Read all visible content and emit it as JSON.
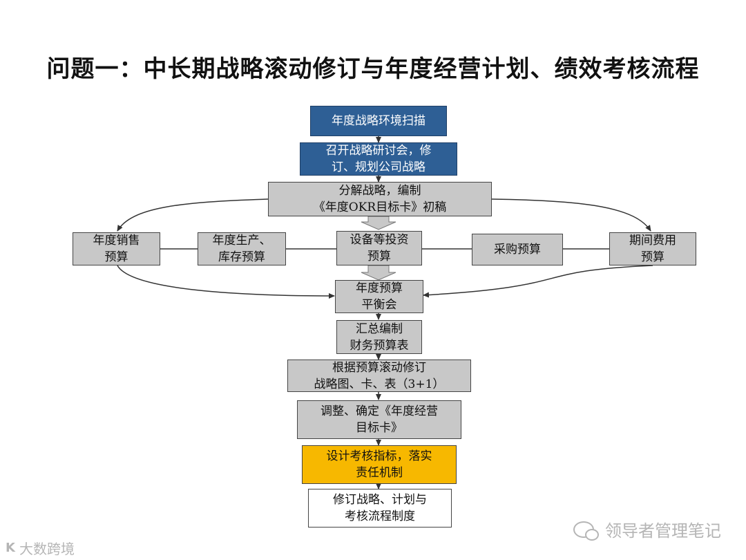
{
  "title": "问题一：中长期战略滚动修订与年度经营计划、绩效考核流程",
  "nodes": {
    "n1": "年度战略环境扫描",
    "n2": "召开战略研讨会，修\n订、规划公司战略",
    "n3": "分解战略，编制\n《年度OKR目标卡》初稿",
    "n4a": "年度销售\n预算",
    "n4b": "年度生产、\n库存预算",
    "n4c": "设备等投资\n预算",
    "n4d": "采购预算",
    "n4e": "期间费用\n预算",
    "n5": "年度预算\n平衡会",
    "n6": "汇总编制\n财务预算表",
    "n7": "根据预算滚动修订\n战略图、卡、表（3+1）",
    "n8": "调整、确定《年度经营\n目标卡》",
    "n9": "设计考核指标，落实\n责任机制",
    "n10": "修订战略、计划与\n考核流程制度"
  },
  "watermarks": {
    "right": "领导者管理笔记",
    "left": "大数跨境",
    "left_logo": "K"
  },
  "colors": {
    "blue": "#2e5f95",
    "gray": "#c8c8c8",
    "gold": "#f7b800",
    "white": "#ffffff"
  }
}
